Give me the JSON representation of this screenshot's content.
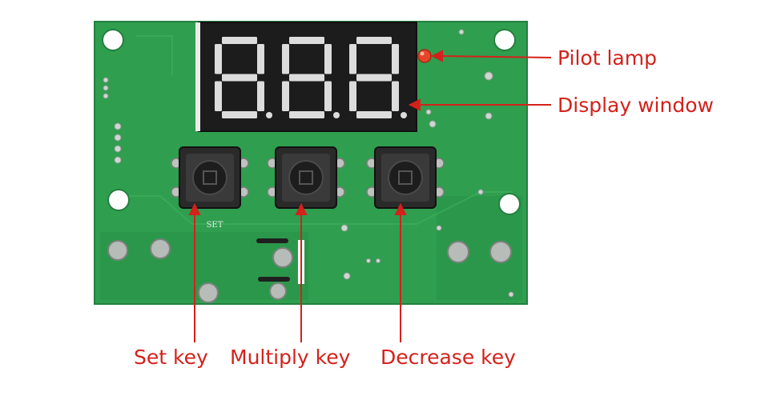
{
  "board": {
    "silkscreen_label": "SET"
  },
  "labels": {
    "pilot_lamp": "Pilot lamp",
    "display_window": "Display window",
    "set_key": "Set key",
    "multiply_key": "Multiply key",
    "decrease_key": "Decrease key"
  },
  "colors": {
    "pcb": "#2f9e4f",
    "pcb_edge": "#23803e",
    "display_frame": "#1c1c1c",
    "segment": "#dcdcdc",
    "led": "#e8442a",
    "callout": "#d4211b",
    "pad": "#b8bcb9"
  }
}
